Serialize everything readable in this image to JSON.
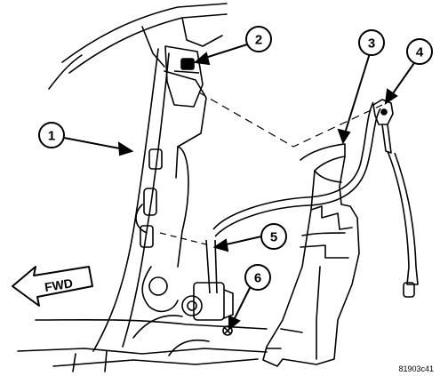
{
  "callouts": [
    "1",
    "2",
    "3",
    "4",
    "5",
    "6"
  ],
  "direction_label": "FWD",
  "figure_code": "81903c41"
}
